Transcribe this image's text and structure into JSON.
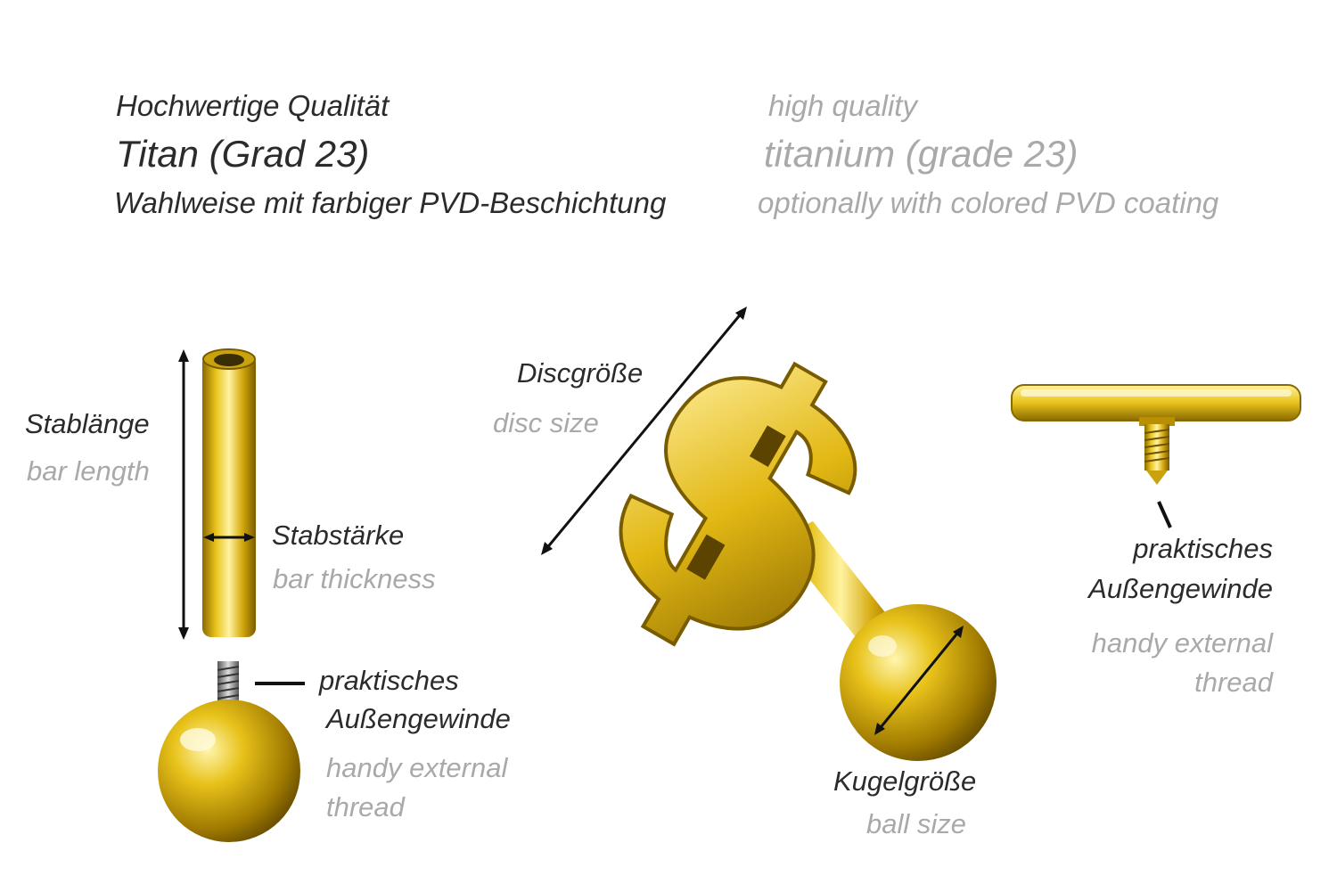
{
  "header": {
    "de": {
      "quality": "Hochwertige Qualität",
      "material": "Titan (Grad 23)",
      "coating": "Wahlweise mit farbiger PVD-Beschichtung"
    },
    "en": {
      "quality": "high quality",
      "material": "titanium (grade 23)",
      "coating": "optionally with colored PVD coating"
    }
  },
  "labels": {
    "bar_length": {
      "de": "Stablänge",
      "en": "bar length"
    },
    "bar_thickness": {
      "de": "Stabstärke",
      "en": "bar thickness"
    },
    "ball_thread": {
      "de_line1": "praktisches",
      "de_line2": "Außengewinde",
      "en_line1": "handy external",
      "en_line2": "thread"
    },
    "disc_size": {
      "de": "Discgröße",
      "en": "disc size"
    },
    "ball_size": {
      "de": "Kugelgröße",
      "en": "ball size"
    },
    "top_thread": {
      "de_line1": "praktisches",
      "de_line2": "Außengewinde",
      "en_line1": "handy external",
      "en_line2": "thread"
    }
  },
  "colors": {
    "gold_light": "#fff3a0",
    "gold_mid": "#e8c21a",
    "gold_dark": "#8a6a00",
    "text_dark": "#2b2b2b",
    "text_light": "#a9a9a9"
  }
}
